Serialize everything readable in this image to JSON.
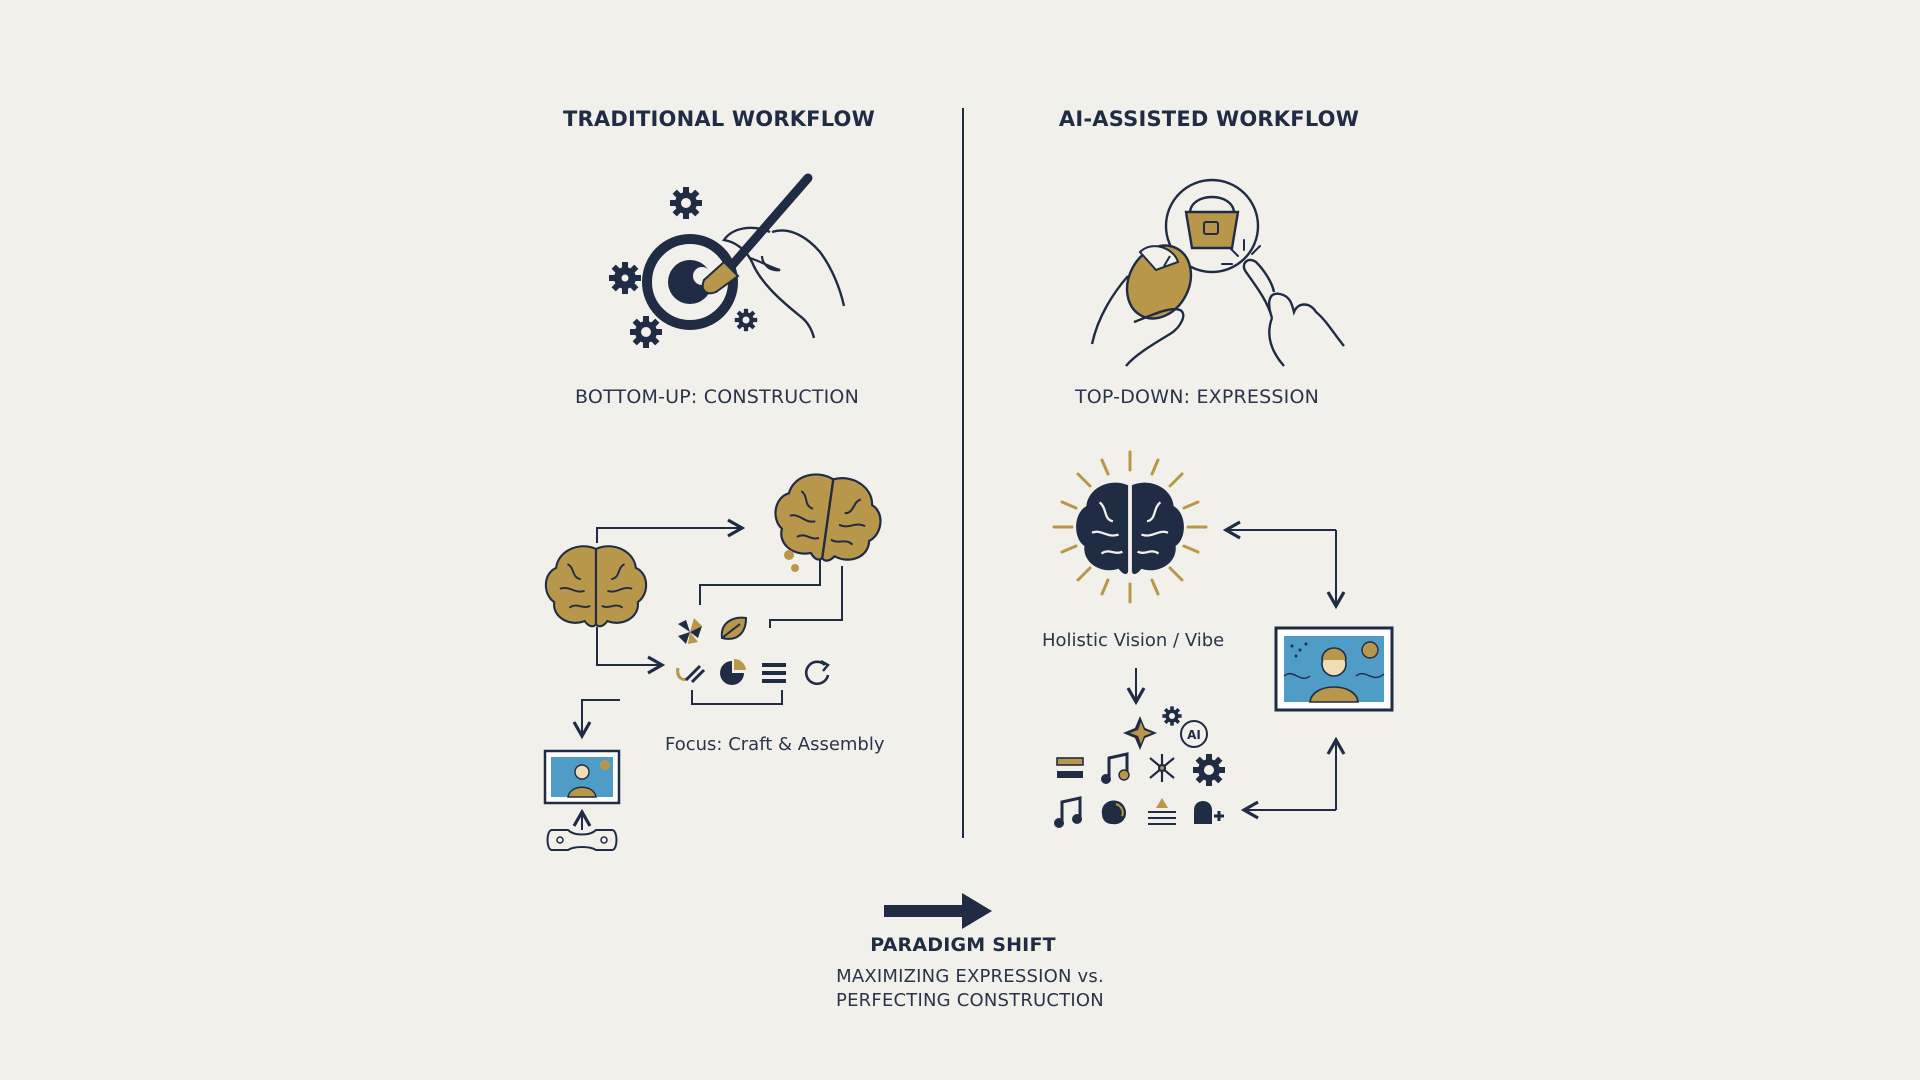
{
  "left": {
    "heading": "TRADITIONAL WORKFLOW",
    "subheading": "BOTTOM-UP: CONSTRUCTION",
    "focus_label": "Focus: Craft & Assembly"
  },
  "right": {
    "heading": "AI-ASSISTED WORKFLOW",
    "subheading": "TOP-DOWN: EXPRESSION",
    "vision_label": "Holistic Vision / Vibe",
    "ai_badge": "AI"
  },
  "footer": {
    "title": "PARADIGM SHIFT",
    "line1": "MAXIMIZING EXPRESSION vs.",
    "line2": "PERFECTING CONSTRUCTION"
  },
  "colors": {
    "navy": "#1f2c44",
    "gold": "#b8974a",
    "background": "#f2f0eb",
    "sky": "#4f9cc6"
  },
  "icons": {
    "left_top": "hand-with-brush-and-gears",
    "left_brains": "brain-icons",
    "left_tools": "craft-tool-icons",
    "right_top": "hands-with-mouse-and-bucket",
    "right_brain": "radiant-brain-icon",
    "right_tools": "creative-element-icons",
    "arrow": "right-arrow-icon"
  }
}
